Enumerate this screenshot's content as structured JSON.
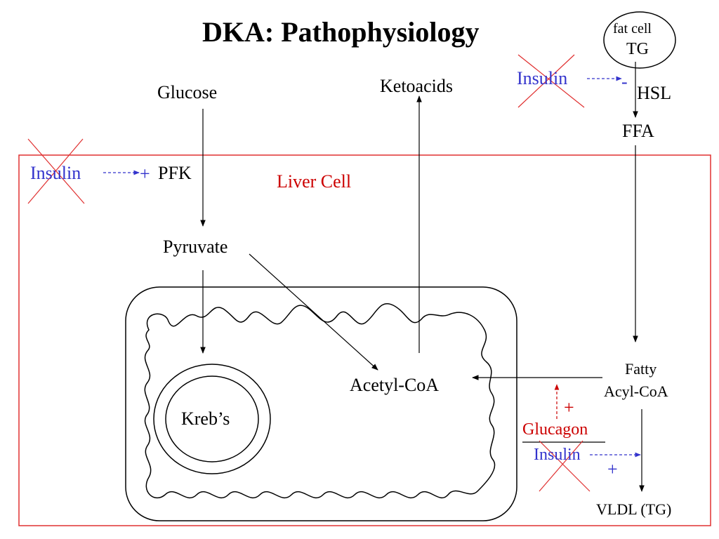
{
  "title": "DKA: Pathophysiology",
  "labels": {
    "fat_cell": "fat cell",
    "tg": "TG",
    "insulin_top": "Insulin",
    "minus": "-",
    "hsl": "HSL",
    "ffa": "FFA",
    "glucose": "Glucose",
    "ketoacids": "Ketoacids",
    "insulin_left": "Insulin",
    "plus_left": "+",
    "pfk": "PFK",
    "liver_cell": "Liver Cell",
    "pyruvate": "Pyruvate",
    "acetyl_coa": "Acetyl-CoA",
    "krebs": "Kreb’s",
    "fatty": "Fatty",
    "acyl_coa": "Acyl-CoA",
    "plus_glucagon": "+",
    "glucagon": "Glucagon",
    "insulin_bottom": "Insulin",
    "plus_bottom": "+",
    "vldl": "VLDL (TG)"
  },
  "colors": {
    "liver_border": "#e03030",
    "insulin_text": "#3333cc",
    "glucagon_text": "#cc0000",
    "cross": "#e03030",
    "text": "#000000"
  }
}
